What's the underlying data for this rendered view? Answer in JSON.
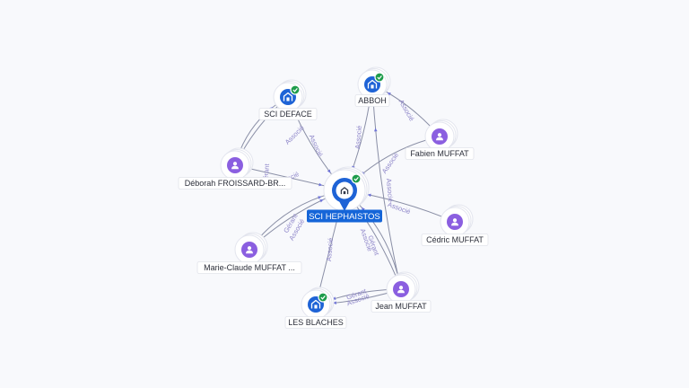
{
  "nodes": [
    {
      "id": "hephaistos",
      "label": "SCI HEPHAISTOS",
      "kind": "company",
      "icon": "building-icon",
      "verified": true,
      "central": true
    },
    {
      "id": "deface",
      "label": "SCI DEFACE",
      "kind": "company",
      "icon": "building-icon",
      "verified": true
    },
    {
      "id": "abboh",
      "label": "ABBOH",
      "kind": "company",
      "icon": "building-icon",
      "verified": true
    },
    {
      "id": "blaches",
      "label": "LES BLACHES",
      "kind": "company",
      "icon": "building-icon",
      "verified": true
    },
    {
      "id": "fabien",
      "label": "Fabien MUFFAT",
      "kind": "person",
      "icon": "person-icon"
    },
    {
      "id": "deborah",
      "label": "Déborah FROISSARD-BR...",
      "kind": "person",
      "icon": "person-icon"
    },
    {
      "id": "cedric",
      "label": "Cédric MUFFAT",
      "kind": "person",
      "icon": "person-icon"
    },
    {
      "id": "marie",
      "label": "Marie-Claude MUFFAT ...",
      "kind": "person",
      "icon": "person-icon"
    },
    {
      "id": "jean",
      "label": "Jean MUFFAT",
      "kind": "person",
      "icon": "person-icon"
    }
  ],
  "edges": [
    {
      "from": "deface",
      "to": "hephaistos",
      "label": "Associé"
    },
    {
      "from": "abboh",
      "to": "hephaistos",
      "label": "Associé"
    },
    {
      "from": "fabien",
      "to": "hephaistos",
      "label": "Associé"
    },
    {
      "from": "fabien",
      "to": "abboh",
      "label": "Associé"
    },
    {
      "from": "deborah",
      "to": "hephaistos",
      "label": "Associé"
    },
    {
      "from": "deborah",
      "to": "deface",
      "label": "Associé"
    },
    {
      "from": "deborah",
      "to": "deface",
      "label": "Gérant"
    },
    {
      "from": "cedric",
      "to": "hephaistos",
      "label": "Associé"
    },
    {
      "from": "marie",
      "to": "hephaistos",
      "label": "Gérant"
    },
    {
      "from": "marie",
      "to": "hephaistos",
      "label": "Associé"
    },
    {
      "from": "blaches",
      "to": "hephaistos",
      "label": "Associé"
    },
    {
      "from": "jean",
      "to": "hephaistos",
      "label": "Gérant"
    },
    {
      "from": "jean",
      "to": "hephaistos",
      "label": "Associé"
    },
    {
      "from": "jean",
      "to": "blaches",
      "label": "Gérant"
    },
    {
      "from": "jean",
      "to": "blaches",
      "label": "Associé"
    },
    {
      "from": "jean",
      "to": "abboh",
      "label": "Associé"
    }
  ],
  "colors": {
    "person": "#8b5fe0",
    "company": "#1e63d6",
    "verified": "#1e9c4b",
    "center_label": "#1565d8",
    "edge": "#8a8fa6",
    "edge_label": "#8e86c9"
  }
}
